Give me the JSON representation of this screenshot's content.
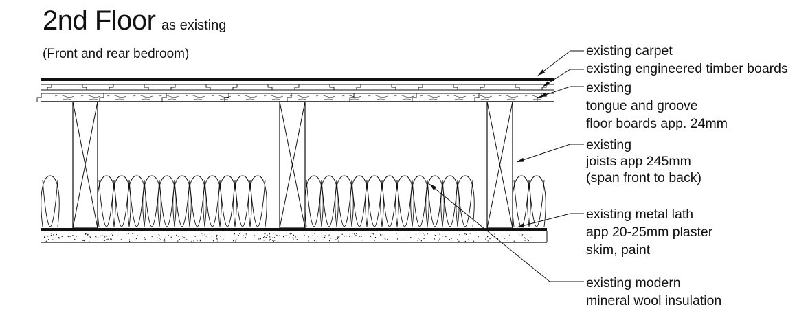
{
  "header": {
    "title": "2nd Floor",
    "title_suffix": "as existing",
    "subtitle": "(Front and rear bedroom)"
  },
  "annotations": {
    "carpet": [
      "existing carpet"
    ],
    "engineered_boards": [
      "existing engineered timber boards"
    ],
    "floorboards": [
      "existing",
      "tongue and groove",
      "floor boards app. 24mm"
    ],
    "joists": [
      "existing",
      "joists app 245mm",
      "(span front to back)"
    ],
    "lath_plaster": [
      "existing metal lath",
      "app 20-25mm plaster",
      "skim, paint"
    ],
    "insulation": [
      "existing modern",
      "mineral wool insulation"
    ]
  },
  "colors": {
    "line": "#111111",
    "background": "#ffffff"
  }
}
